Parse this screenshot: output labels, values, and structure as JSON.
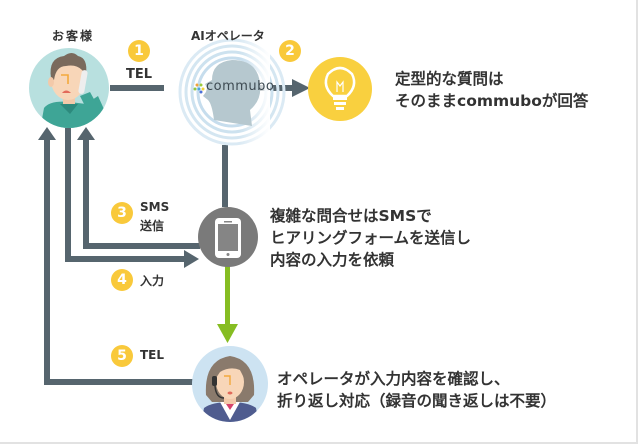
{
  "actors": {
    "customer": {
      "label": "お客様",
      "icon": "customer-on-phone-icon"
    },
    "ai_operator": {
      "label": "AIオペレータ",
      "logo_text": "commubo",
      "icon": "ai-head-icon"
    },
    "smartphone": {
      "icon": "smartphone-icon"
    },
    "operator": {
      "icon": "operator-headset-icon"
    },
    "bulb": {
      "icon": "lightbulb-icon"
    }
  },
  "steps": [
    {
      "number": "1",
      "label": "TEL"
    },
    {
      "number": "2",
      "label": ""
    },
    {
      "number": "3",
      "label_lines": [
        "SMS",
        "送信"
      ]
    },
    {
      "number": "4",
      "label": "入力"
    },
    {
      "number": "5",
      "label": "TEL"
    }
  ],
  "descriptions": {
    "auto_answer": [
      "定型的な質問は",
      "そのままcommuboが回答"
    ],
    "sms_form": [
      "複雑な問合せはSMSで",
      "ヒアリングフォームを送信し",
      "内容の入力を依頼"
    ],
    "callback": [
      "オペレータが入力内容を確認し、",
      "折り返し対応（録音の聞き返しは不要）"
    ]
  },
  "colors": {
    "arrow": "#56656e",
    "green_arrow": "#86bd22",
    "badge": "#f9c93b",
    "customer_bg": "#b8e0df",
    "bulb_bg": "#f9d03f",
    "phone_bg": "#7a7a7a",
    "operator_bg": "#cde3f2"
  }
}
